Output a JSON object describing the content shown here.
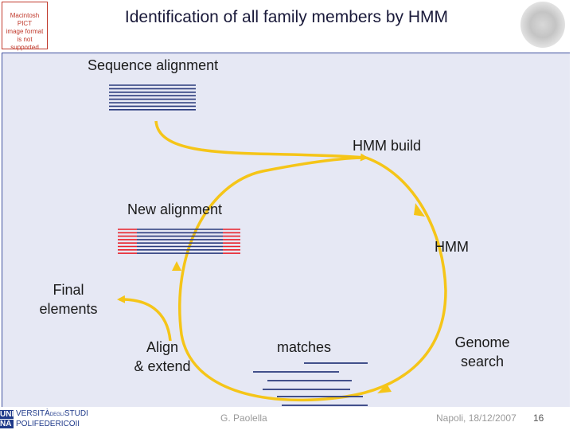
{
  "header": {
    "title": "Identification of all family members by HMM",
    "pict_placeholder": [
      "Macintosh PICT",
      "image format",
      "is not supported"
    ]
  },
  "diagram": {
    "sequence_alignment": "Sequence alignment",
    "hmm_build": "HMM build",
    "new_alignment": "New alignment",
    "hmm": "HMM",
    "final_elements": [
      "Final",
      "elements"
    ],
    "align_extend": [
      "Align",
      "& extend"
    ],
    "matches": "matches",
    "genome_search": [
      "Genome",
      "search"
    ],
    "colors": {
      "arrow": "#f5c518",
      "lines": "#2a3a7c",
      "highlight": "#e8202a",
      "panel": "#e6e8f4"
    }
  },
  "footer": {
    "logo": [
      "UNI",
      "NA",
      "VERSITÀ",
      "DEGLI",
      "STUDI",
      "POLI",
      "FEDERICO",
      "II"
    ],
    "author": "G. Paolella",
    "date": "Napoli, 18/12/2007",
    "page": "16"
  }
}
